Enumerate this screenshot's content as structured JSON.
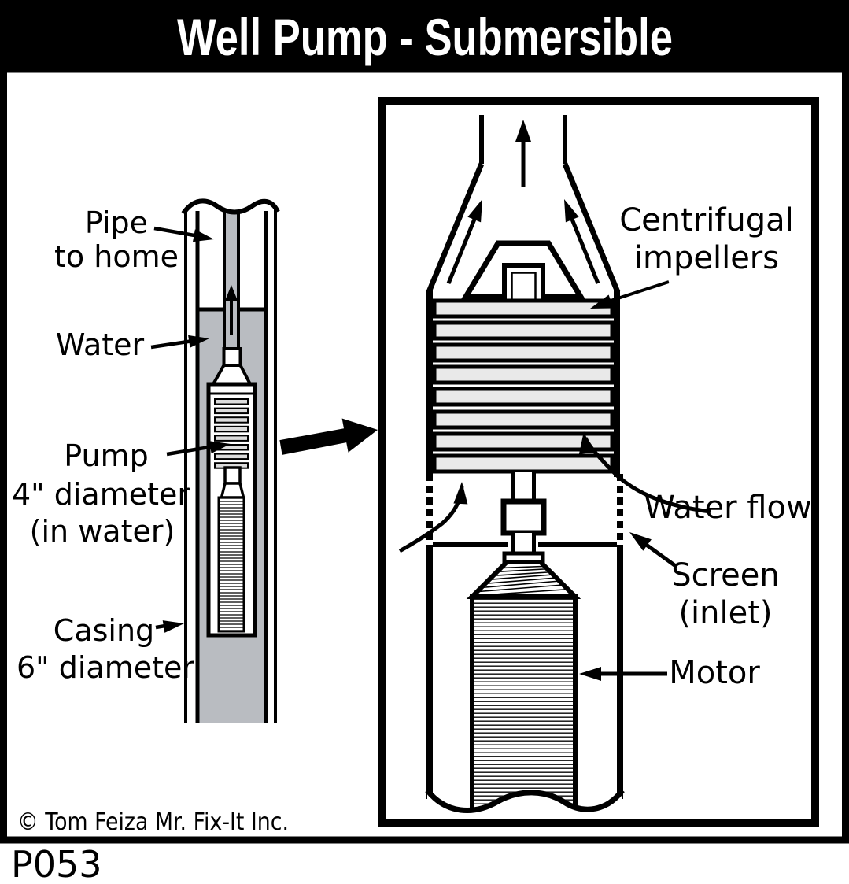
{
  "title": "Well Pump - Submersible",
  "figure_id": "P053",
  "copyright": "© Tom Feiza Mr. Fix-It Inc.",
  "colors": {
    "ink": "#000000",
    "paper": "#ffffff",
    "water_gray": "#b9bcc1",
    "impeller_gray": "#e9e9e9",
    "stripe_gray": "#dcdcdc",
    "title_bar_bg": "#000000",
    "title_text": "#ffffff"
  },
  "left": {
    "pipe1": "Pipe",
    "pipe2": "to home",
    "water": "Water",
    "pump1": "Pump",
    "pump2": "4\" diameter",
    "pump3": "(in water)",
    "casing1": "Casing",
    "casing2": "6\" diameter"
  },
  "right": {
    "impellers1": "Centrifugal",
    "impellers2": "impellers",
    "waterflow": "Water flow",
    "screen1": "Screen",
    "screen2": "(inlet)",
    "motor": "Motor"
  }
}
